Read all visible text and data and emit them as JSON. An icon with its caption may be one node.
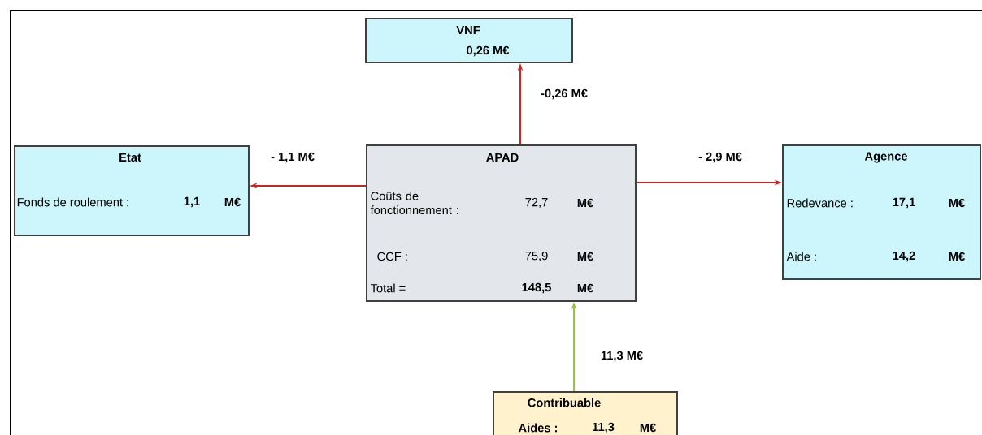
{
  "diagram": {
    "nodes": [
      {
        "text": [
          "VNF",
          "0,26 M€"
        ]
      },
      {
        "text": [
          "Etat",
          "Fonds de roulement :",
          "1,1",
          "M€"
        ]
      },
      {
        "text": [
          "APAD",
          "Coûts de fonctionnement :",
          "72,7",
          "M€",
          "CCF :",
          "75,9",
          "M€",
          "Total =",
          "148,5",
          "M€"
        ]
      },
      {
        "text": [
          "Agence",
          "Redevance :",
          "17,1",
          "M€",
          "Aide :",
          "14,2",
          "M€"
        ]
      },
      {
        "text": [
          "Contribuable",
          "Aides :",
          "11,3",
          "M€"
        ]
      }
    ],
    "edges": [
      {
        "from": 2,
        "to": 0,
        "arrow": "to",
        "label": "-0,26 M€",
        "color": "#cc2222"
      },
      {
        "from": 2,
        "to": 1,
        "arrow": "to",
        "label": "- 1,1 M€",
        "color": "#cc2222"
      },
      {
        "from": 2,
        "to": 3,
        "arrow": "to",
        "label": "- 2,9 M€",
        "color": "#cc2222"
      },
      {
        "from": 4,
        "to": 2,
        "arrow": "to",
        "label": "11,3 M€",
        "color": "#92c83e"
      }
    ]
  }
}
